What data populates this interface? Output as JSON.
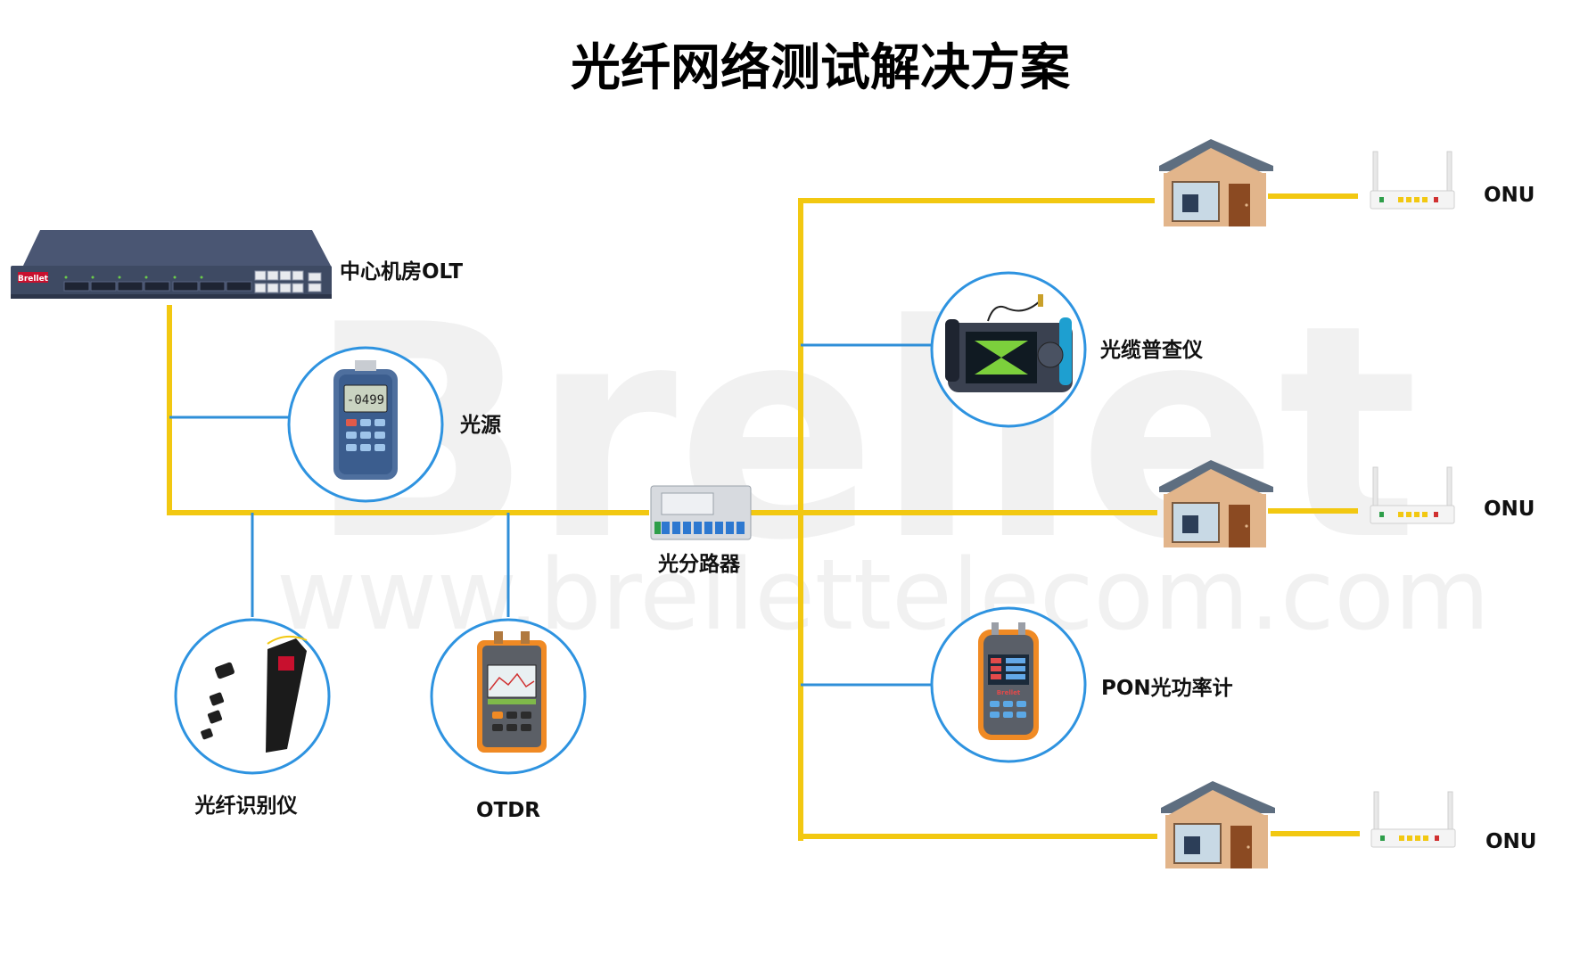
{
  "title": "光纤网络测试解决方案",
  "watermark": {
    "brand": "Brellet",
    "url": "www.brellettelecom.com"
  },
  "nodes": {
    "olt": "中心机房OLT",
    "olt_logo": "Brellet",
    "light_source": "光源",
    "light_source_screen": "-0499",
    "splitter": "光分路器",
    "fiber_identifier": "光纤识别仪",
    "otdr": "OTDR",
    "cable_tester": "光缆普查仪",
    "pon_meter": "PON光功率计",
    "pon_meter_logo": "Brellet",
    "onu_1": "ONU",
    "onu_2": "ONU",
    "onu_3": "ONU"
  },
  "colors": {
    "fiber_line": "#F2C811",
    "connector_line": "#2F8FD8",
    "circle_border": "#2E93E0",
    "house_wall": "#E2B58B",
    "house_roof": "#5E6E80",
    "olt_body": "#3E4A63",
    "device_orange": "#F08A24"
  }
}
